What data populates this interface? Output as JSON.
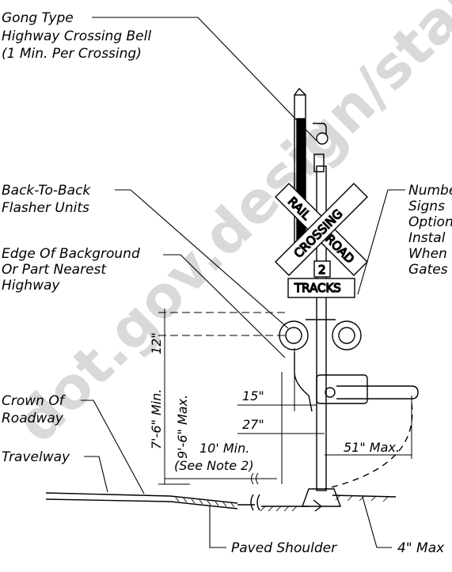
{
  "watermark": "dot.gov.design/standards",
  "labels": {
    "bell": [
      "Gong Type",
      "Highway Crossing Bell",
      "(1  Min. Per Crossing)"
    ],
    "flasher": [
      "Back-To-Back",
      "Flasher Units"
    ],
    "edge": [
      "Edge Of Background",
      "Or Part Nearest",
      "Highway"
    ],
    "crown": [
      "Crown Of",
      "Roadway"
    ],
    "travelway": "Travelway",
    "number_signs": [
      "Numbe",
      "Signs",
      "Option",
      "Instal",
      "When",
      "Gates"
    ],
    "paved_shoulder": "Paved Shoulder",
    "clearance_4": "4\" Max"
  },
  "dimensions": {
    "d12": "12\"",
    "height": "7'-6\" Min.",
    "height_max": "9'-6\" Max.",
    "d15": "15\"",
    "d27": "27\"",
    "d51": "51\" Max.",
    "offset": "10' Min.",
    "offset_note": "(See Note 2)"
  },
  "signs": {
    "crossbuck_a": "RAIL",
    "crossbuck_b": "ROAD",
    "crossbuck_c": "CROSSING",
    "track_count": "2",
    "tracks": "TRACKS"
  },
  "colors": {
    "line": "#000000",
    "watermark": "#d9d9d9",
    "background": "#ffffff"
  }
}
